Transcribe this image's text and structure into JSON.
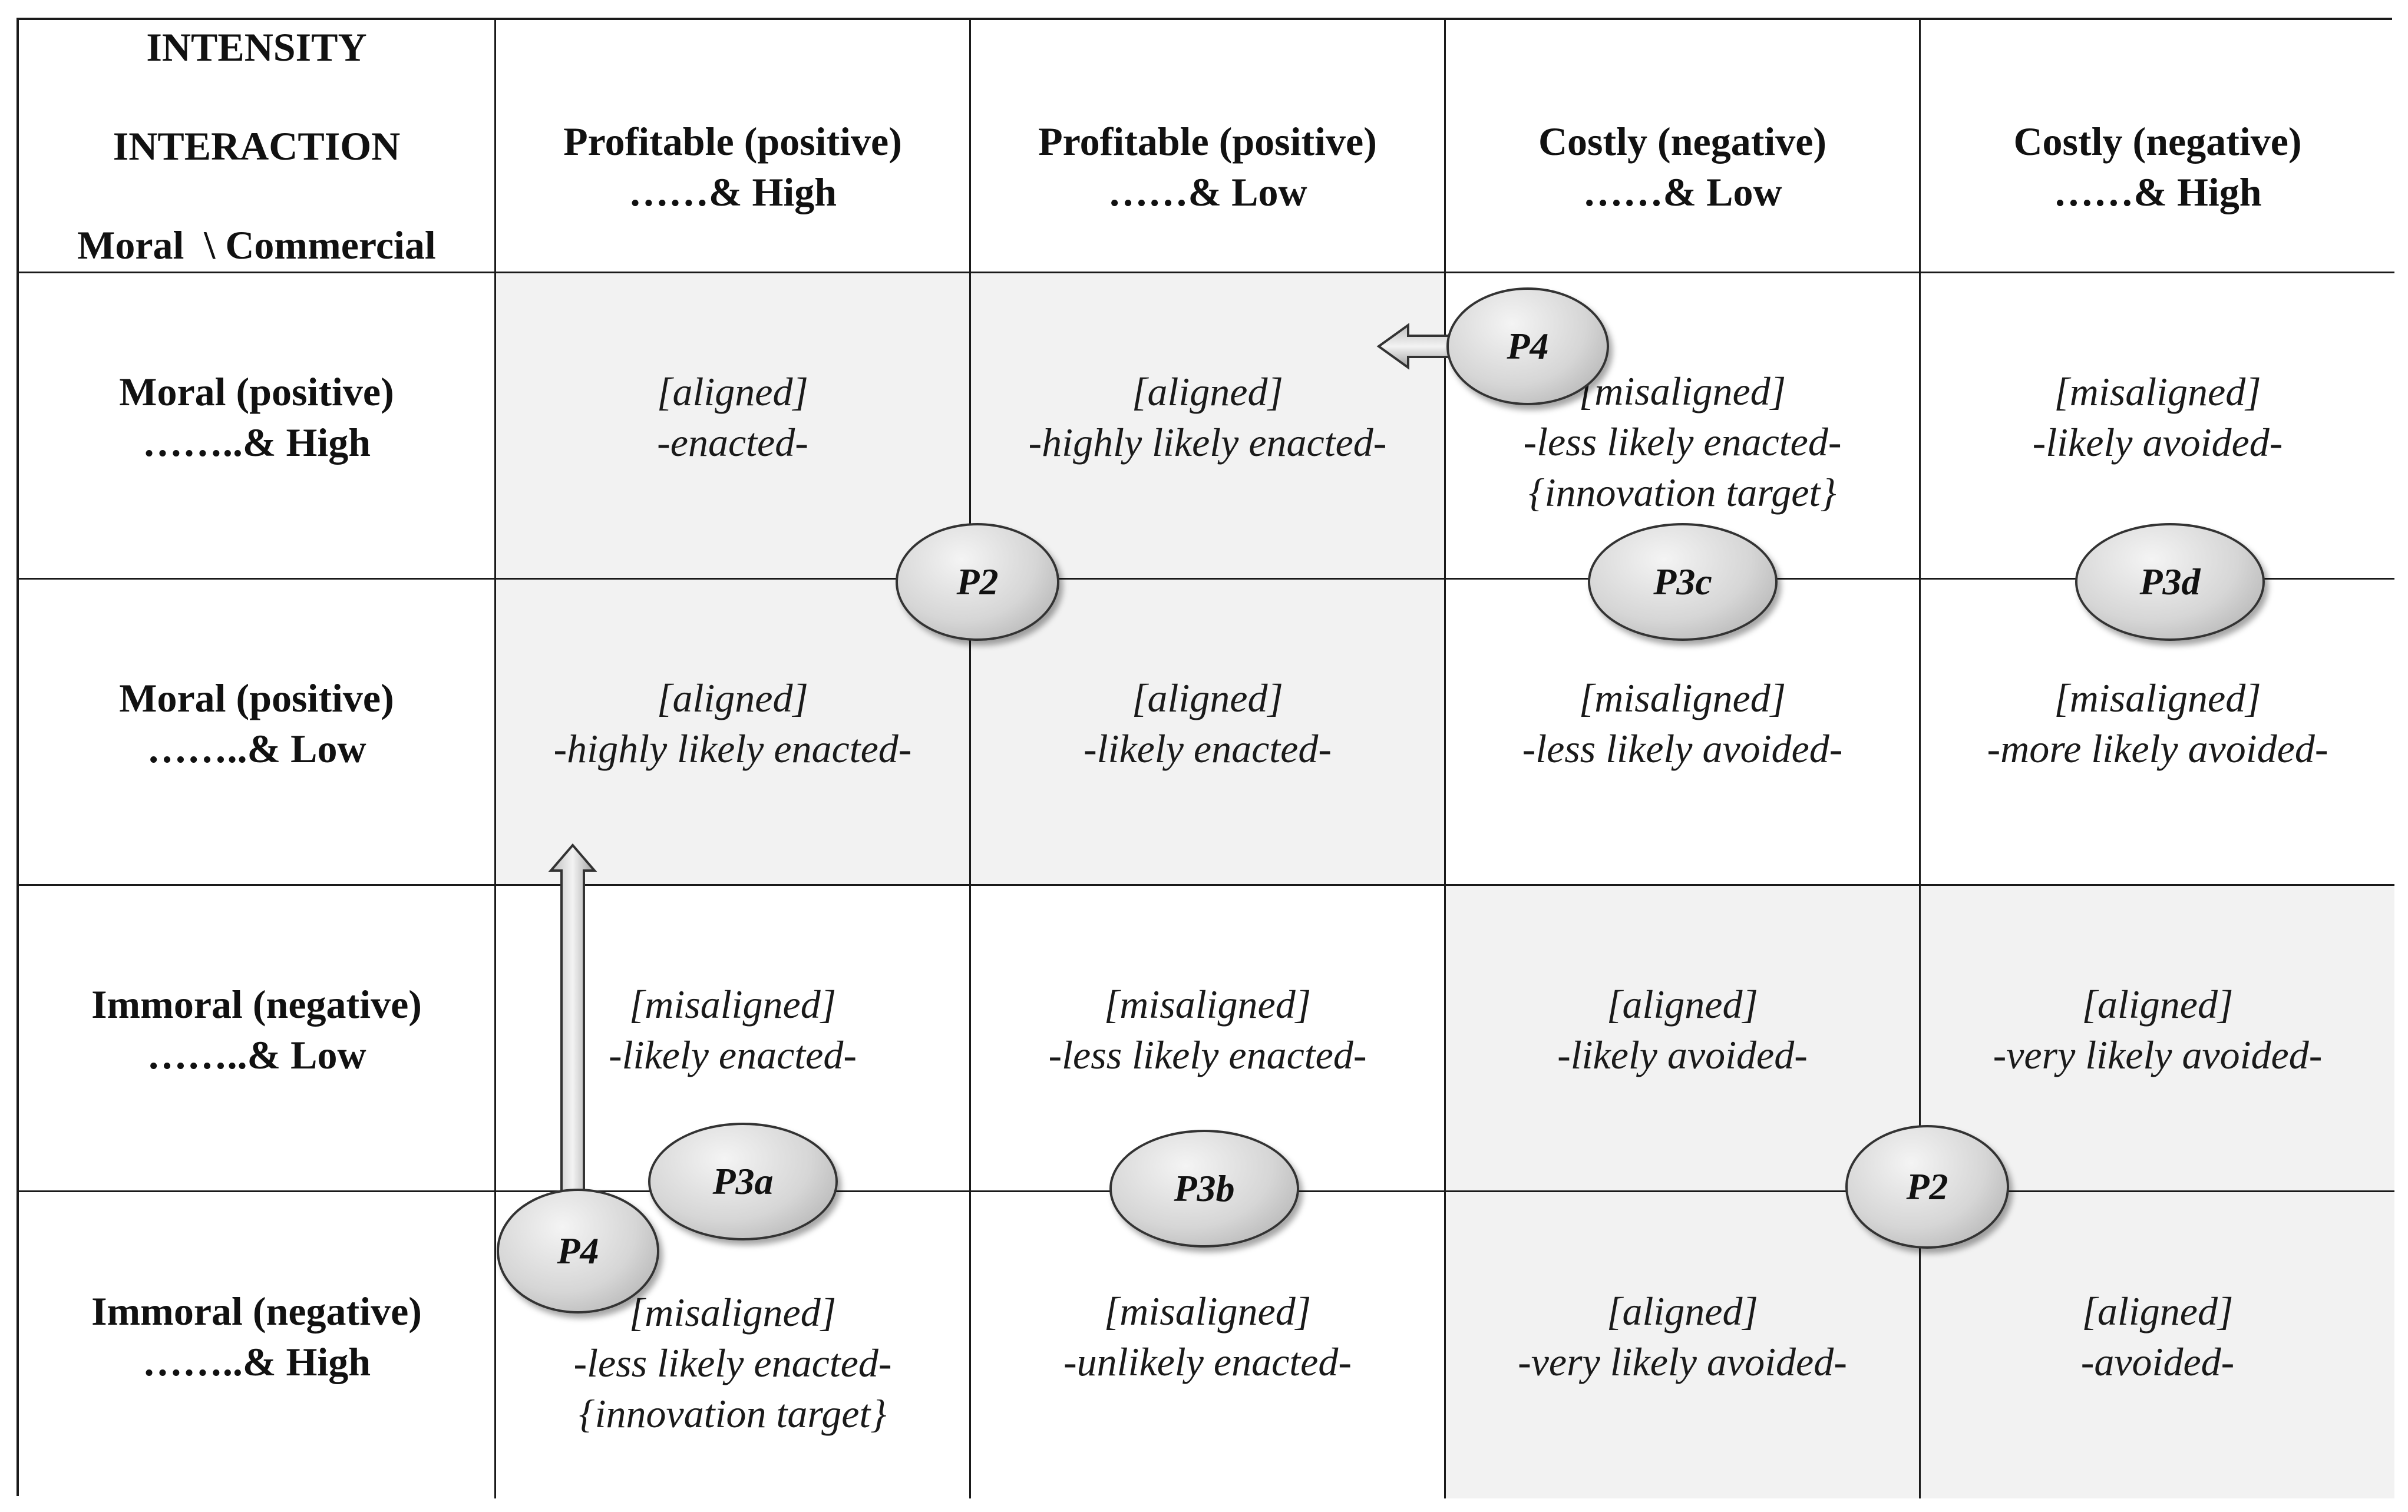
{
  "corner": {
    "line1": "INTENSITY",
    "line2": "INTERACTION",
    "line3": "Moral  \\ Commercial"
  },
  "columns": [
    {
      "label": "Profitable (positive)\n……& High"
    },
    {
      "label": "Profitable (positive)\n……& Low"
    },
    {
      "label": "Costly (negative)\n……& Low"
    },
    {
      "label": "Costly (negative)\n……& High"
    }
  ],
  "rows": [
    {
      "label": "Moral (positive)\n……..& High",
      "cells": [
        {
          "text": "[aligned]\n-enacted-",
          "shaded": true
        },
        {
          "text": "[aligned]\n-highly likely enacted-",
          "shaded": true
        },
        {
          "text": "[misaligned]\n-less likely enacted-\n{innovation target}",
          "shaded": false
        },
        {
          "text": "[misaligned]\n-likely avoided-",
          "shaded": false
        }
      ]
    },
    {
      "label": "Moral (positive)\n……..& Low",
      "cells": [
        {
          "text": "[aligned]\n-highly likely enacted-",
          "shaded": true
        },
        {
          "text": "[aligned]\n-likely enacted-",
          "shaded": true
        },
        {
          "text": "[misaligned]\n-less likely avoided-",
          "shaded": false
        },
        {
          "text": "[misaligned]\n-more  likely avoided-",
          "shaded": false
        }
      ]
    },
    {
      "label": "Immoral (negative)\n……..& Low",
      "cells": [
        {
          "text": "[misaligned]\n-likely enacted-",
          "shaded": false
        },
        {
          "text": "[misaligned]\n-less likely enacted-",
          "shaded": false
        },
        {
          "text": "[aligned]\n-likely avoided-",
          "shaded": true
        },
        {
          "text": "[aligned]\n-very likely avoided-",
          "shaded": true
        }
      ]
    },
    {
      "label": "Immoral (negative)\n……..& High",
      "cells": [
        {
          "text": "[misaligned]\n-less likely enacted-\n{innovation target}",
          "shaded": false
        },
        {
          "text": "[misaligned]\n-unlikely enacted-",
          "shaded": false
        },
        {
          "text": "[aligned]\n-very likely avoided-",
          "shaded": true
        },
        {
          "text": "[aligned]\n-avoided-",
          "shaded": true
        }
      ]
    }
  ],
  "markers": {
    "p2_top": "P2",
    "p2_bottom": "P2",
    "p3a": "P3a",
    "p3b": "P3b",
    "p3c": "P3c",
    "p3d": "P3d",
    "p4_top": "P4",
    "p4_bottom": "P4"
  }
}
